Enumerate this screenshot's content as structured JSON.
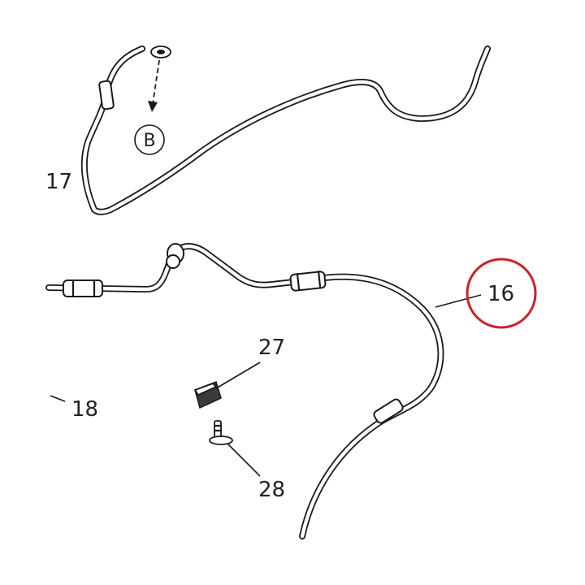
{
  "diagram": {
    "callouts": {
      "part_17": "17",
      "part_16": "16",
      "part_18": "18",
      "part_27": "27",
      "part_28": "28",
      "reference_b": "B"
    },
    "highlight_color": "#d0202a",
    "line_color": "#1a1a1a"
  }
}
